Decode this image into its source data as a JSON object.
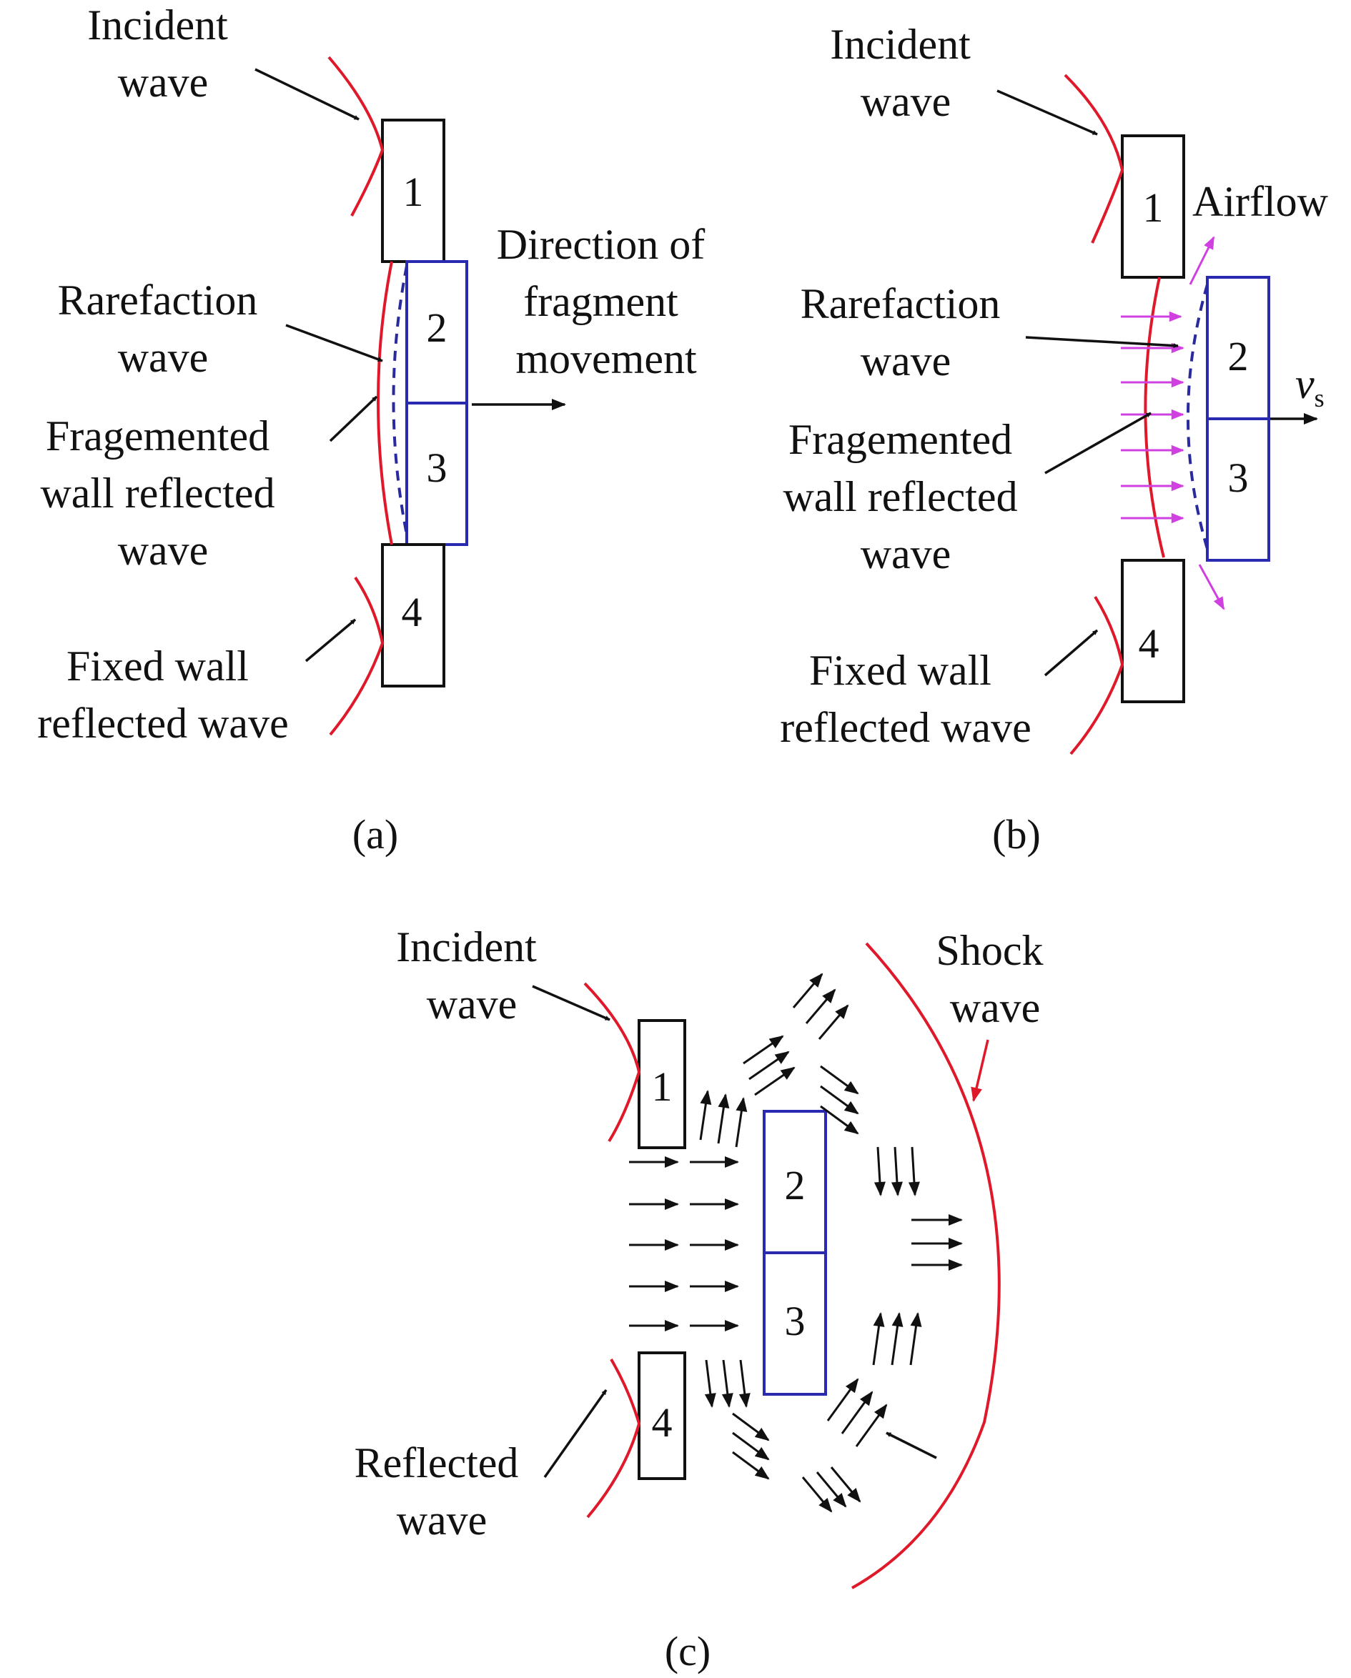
{
  "panel_a": {
    "incident": [
      "Incident",
      "wave"
    ],
    "rarefaction": [
      "Rarefaction",
      "wave"
    ],
    "fragmented": [
      "Fragemented",
      "wall reflected",
      "wave"
    ],
    "fixed": [
      "Fixed wall",
      "reflected wave"
    ],
    "direction": [
      "Direction of",
      "fragment",
      "movement"
    ],
    "blocks": [
      "1",
      "2",
      "3",
      "4"
    ],
    "caption": "(a)"
  },
  "panel_b": {
    "incident": [
      "Incident",
      "wave"
    ],
    "airflow": "Airflow",
    "rarefaction": [
      "Rarefaction",
      "wave"
    ],
    "fragmented": [
      "Fragemented",
      "wall reflected",
      "wave"
    ],
    "fixed": [
      "Fixed wall",
      "reflected wave"
    ],
    "velocity": "v",
    "velocity_sub": "s",
    "blocks": [
      "1",
      "2",
      "3",
      "4"
    ],
    "caption": "(b)"
  },
  "panel_c": {
    "incident": [
      "Incident",
      "wave"
    ],
    "shock": [
      "Shock",
      "wave"
    ],
    "reflected": [
      "Reflected",
      "wave"
    ],
    "blocks": [
      "1",
      "2",
      "3",
      "4"
    ],
    "caption": "(c)"
  },
  "colors": {
    "wave": "#e0192a",
    "fragment_block": "#2a2ab0",
    "airflow_arrow": "#d040e0",
    "text": "#111111"
  }
}
